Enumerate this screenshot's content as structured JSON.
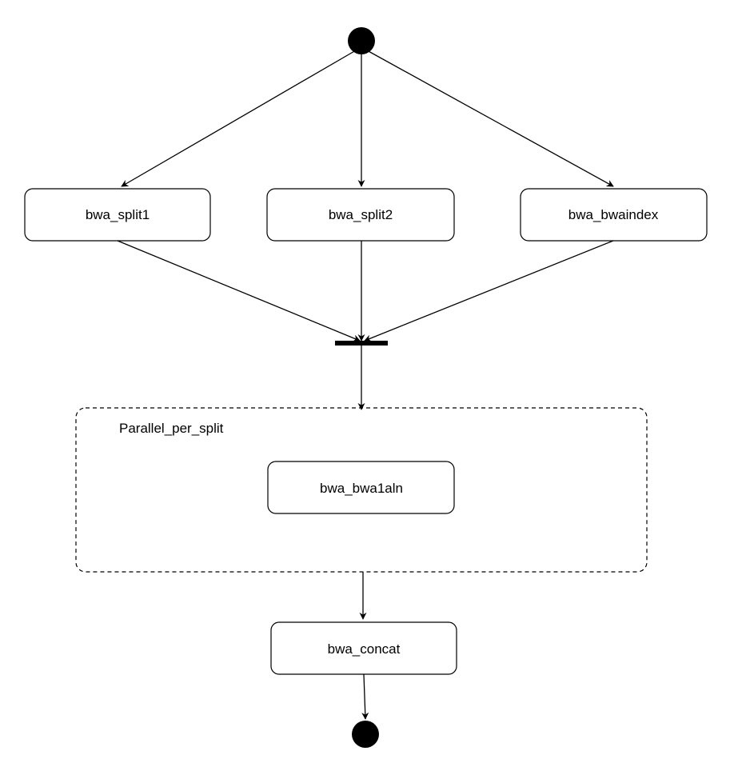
{
  "diagram": {
    "nodes": {
      "split1": "bwa_split1",
      "split2": "bwa_split2",
      "bwaindex": "bwa_bwaindex",
      "bwa1aln": "bwa_bwa1aln",
      "concat": "bwa_concat"
    },
    "group": {
      "label": "Parallel_per_split"
    },
    "edges": [
      {
        "from": "start",
        "to": "bwa_split1"
      },
      {
        "from": "start",
        "to": "bwa_split2"
      },
      {
        "from": "start",
        "to": "bwa_bwaindex"
      },
      {
        "from": "bwa_split1",
        "to": "join"
      },
      {
        "from": "bwa_split2",
        "to": "join"
      },
      {
        "from": "bwa_bwaindex",
        "to": "join"
      },
      {
        "from": "join",
        "to": "Parallel_per_split"
      },
      {
        "from": "Parallel_per_split",
        "to": "bwa_concat"
      },
      {
        "from": "bwa_concat",
        "to": "end"
      }
    ],
    "colors": {
      "stroke": "#000000",
      "fill": "#ffffff",
      "node_marker": "#000000"
    }
  }
}
